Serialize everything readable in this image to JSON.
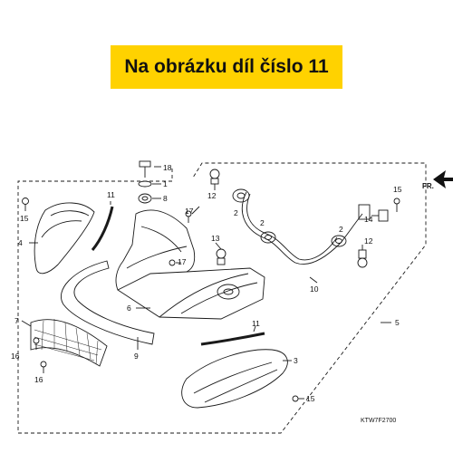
{
  "banner": {
    "text": "Na obrázku díl číslo 11",
    "background": "#ffd200"
  },
  "diagram": {
    "code": "KTW7F2700",
    "direction": "FR.",
    "labels": {
      "n1": "1",
      "n2a": "2",
      "n2b": "2",
      "n2c": "2",
      "n3": "3",
      "n4": "4",
      "n5": "5",
      "n6": "6",
      "n7": "7",
      "n8": "8",
      "n9": "9",
      "n10": "10",
      "n11a": "11",
      "n11b": "11",
      "n12a": "12",
      "n12b": "12",
      "n13": "13",
      "n14": "14",
      "n15a": "15",
      "n15b": "15",
      "n15c": "15",
      "n16a": "16",
      "n16b": "16",
      "n17a": "17",
      "n17b": "17",
      "n18": "18"
    }
  }
}
